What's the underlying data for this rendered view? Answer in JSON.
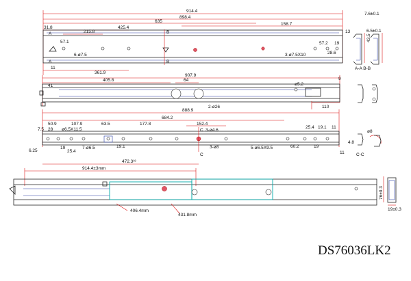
{
  "model_code": "DS76036LK2",
  "view1": {
    "overall": "914.4",
    "inner": "898.4",
    "d635": "635",
    "d158_7": "158.7",
    "d425_4": "425.4",
    "d215_8": "215.8",
    "d31_8": "31.8",
    "d57_1": "57.1",
    "d57_2": "57.2",
    "d19": "19",
    "d28_6": "28.6",
    "d11": "11",
    "d13": "13",
    "d361_9": "361.9",
    "holes_left": "6-ø7.5",
    "holes_right": "3-ø7.5X10",
    "sec_a_top": "A",
    "sec_a_bot": "A",
    "sec_b_top": "B",
    "sec_b_bot": "B",
    "sec_label": "A-A   B-B",
    "w7_6": "7.6±0.1",
    "w6_5": "6.5±0.1",
    "h43_5": "43.5"
  },
  "view2": {
    "d907_9": "907.9",
    "d405_8": "405.8",
    "d64": "64",
    "d9": "9",
    "d41": "41",
    "d110": "110",
    "d5_2": "ø5.2",
    "hole_dia": "2-ø26"
  },
  "view3": {
    "d888_9": "888.9",
    "d684_2": "684.2",
    "d152_4": "152.4",
    "d50_9": "50.9",
    "d28": "28",
    "d7_5": "7.5",
    "d107_9": "107.9",
    "d63_5": "63.5",
    "d177_8": "177.8",
    "d25_4": "25.4",
    "d19_1": "19.1",
    "d11": "11",
    "d6_25": "6.25",
    "d19": "19",
    "d25_4b": "25.4",
    "d19_1b": "19.1",
    "d60_2": "60.2",
    "d19b": "19",
    "d11b": "11",
    "slot_left": "ø6.5X11.5",
    "holes_left": "7-ø6.5",
    "hole_center": "3-ø4.6",
    "hole_center2": "3-ø8",
    "holes_right": "5-ø6.5X9.5",
    "d472_3": "472.3³³",
    "sec_c_top": "C",
    "sec_c_bot": "C",
    "sec_cc": "C-C",
    "d48": "ø8",
    "d4_8": "4.8"
  },
  "view4": {
    "d914_4": "914.4±3mm",
    "d406": "406.4mm",
    "d431": "431.8mm",
    "h76": "76±0.3",
    "w19": "19±0.3"
  },
  "colors": {
    "dimension": "#d11111",
    "outline": "#222222",
    "extension": "#2a3fa5",
    "highlight": "#00a9a9"
  }
}
